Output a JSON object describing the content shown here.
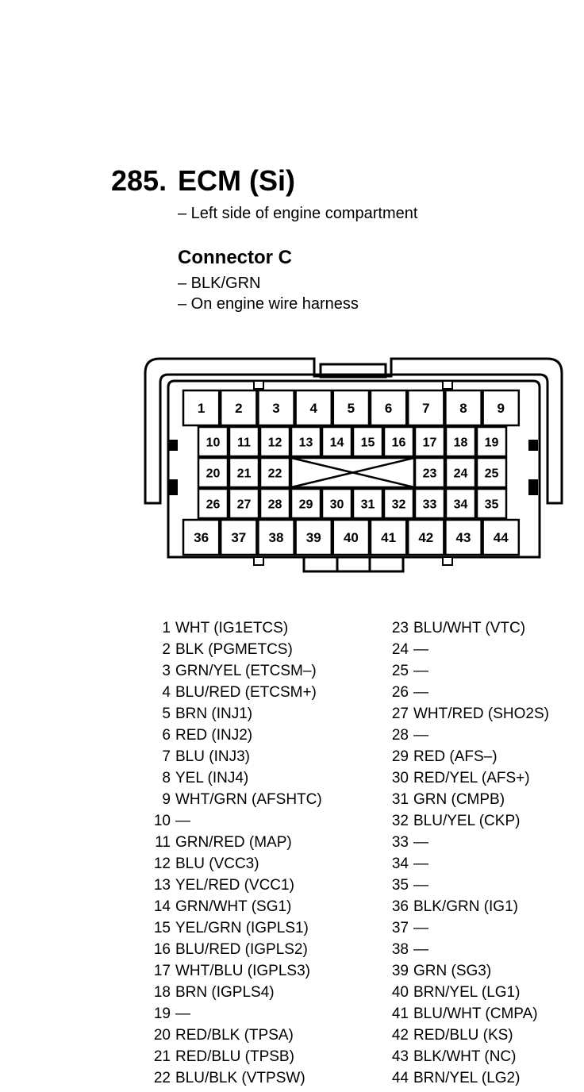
{
  "header": {
    "number": "285.",
    "name": "ECM (Si)",
    "location": "– Left side of engine compartment"
  },
  "connector": {
    "title": "Connector C",
    "lines": [
      "– BLK/GRN",
      "– On engine wire harness"
    ]
  },
  "pins_left": [
    {
      "num": "1",
      "desc": "WHT (IG1ETCS)"
    },
    {
      "num": "2",
      "desc": "BLK (PGMETCS)"
    },
    {
      "num": "3",
      "desc": "GRN/YEL (ETCSM–)"
    },
    {
      "num": "4",
      "desc": "BLU/RED (ETCSM+)"
    },
    {
      "num": "5",
      "desc": "BRN (INJ1)"
    },
    {
      "num": "6",
      "desc": "RED (INJ2)"
    },
    {
      "num": "7",
      "desc": "BLU (INJ3)"
    },
    {
      "num": "8",
      "desc": "YEL (INJ4)"
    },
    {
      "num": "9",
      "desc": "WHT/GRN (AFSHTC)"
    },
    {
      "num": "10",
      "desc": "—"
    },
    {
      "num": "11",
      "desc": "GRN/RED (MAP)"
    },
    {
      "num": "12",
      "desc": "BLU (VCC3)"
    },
    {
      "num": "13",
      "desc": "YEL/RED (VCC1)"
    },
    {
      "num": "14",
      "desc": "GRN/WHT (SG1)"
    },
    {
      "num": "15",
      "desc": "YEL/GRN (IGPLS1)"
    },
    {
      "num": "16",
      "desc": "BLU/RED (IGPLS2)"
    },
    {
      "num": "17",
      "desc": "WHT/BLU (IGPLS3)"
    },
    {
      "num": "18",
      "desc": "BRN (IGPLS4)"
    },
    {
      "num": "19",
      "desc": "—"
    },
    {
      "num": "20",
      "desc": "RED/BLK (TPSA)"
    },
    {
      "num": "21",
      "desc": "RED/BLU (TPSB)"
    },
    {
      "num": "22",
      "desc": "BLU/BLK (VTPSW)"
    }
  ],
  "pins_right": [
    {
      "num": "23",
      "desc": "BLU/WHT (VTC)"
    },
    {
      "num": "24",
      "desc": "—"
    },
    {
      "num": "25",
      "desc": "—"
    },
    {
      "num": "26",
      "desc": "—"
    },
    {
      "num": "27",
      "desc": "WHT/RED (SHO2S)"
    },
    {
      "num": "28",
      "desc": "—"
    },
    {
      "num": "29",
      "desc": "RED (AFS–)"
    },
    {
      "num": "30",
      "desc": "RED/YEL (AFS+)"
    },
    {
      "num": "31",
      "desc": "GRN (CMPB)"
    },
    {
      "num": "32",
      "desc": "BLU/YEL (CKP)"
    },
    {
      "num": "33",
      "desc": "—"
    },
    {
      "num": "34",
      "desc": "—"
    },
    {
      "num": "35",
      "desc": "—"
    },
    {
      "num": "36",
      "desc": "BLK/GRN (IG1)"
    },
    {
      "num": "37",
      "desc": "—"
    },
    {
      "num": "38",
      "desc": "—"
    },
    {
      "num": "39",
      "desc": "GRN (SG3)"
    },
    {
      "num": "40",
      "desc": "BRN/YEL (LG1)"
    },
    {
      "num": "41",
      "desc": "BLU/WHT (CMPA)"
    },
    {
      "num": "42",
      "desc": "RED/BLU (KS)"
    },
    {
      "num": "43",
      "desc": "BLK/WHT (NC)"
    },
    {
      "num": "44",
      "desc": "BRN/YEL (LG2)"
    }
  ],
  "connector_rows": [
    [
      "1",
      "2",
      "3",
      "4",
      "5",
      "6",
      "7",
      "8",
      "9"
    ],
    [
      "10",
      "11",
      "12",
      "13",
      "14",
      "15",
      "16",
      "17",
      "18",
      "19"
    ],
    [
      "20",
      "21",
      "22",
      "23",
      "24",
      "25"
    ],
    [
      "26",
      "27",
      "28",
      "29",
      "30",
      "31",
      "32",
      "33",
      "34",
      "35"
    ],
    [
      "36",
      "37",
      "38",
      "39",
      "40",
      "41",
      "42",
      "43",
      "44"
    ]
  ]
}
